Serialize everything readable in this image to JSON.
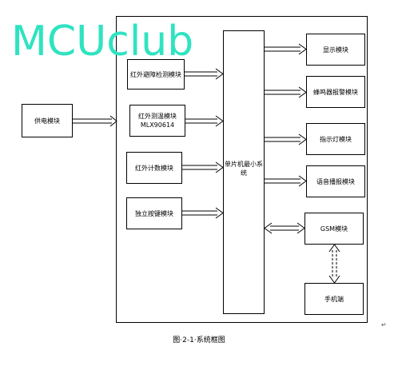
{
  "watermark": "MCUclub",
  "power_module": "供电模块",
  "left_modules": [
    "红外避障检测模块",
    "红外测温模块MLX90614",
    "红外计数模块",
    "独立按键模块"
  ],
  "mcu": "单片机最小系统",
  "right_modules": [
    "显示模块",
    "蜂鸣器报警模块",
    "指示灯模块",
    "语音播报模块",
    "GSM模块"
  ],
  "phone": "手机端",
  "caption": "图·2-1·系统框图",
  "colors": {
    "watermark": "#2fe3c1",
    "line": "#000000"
  }
}
